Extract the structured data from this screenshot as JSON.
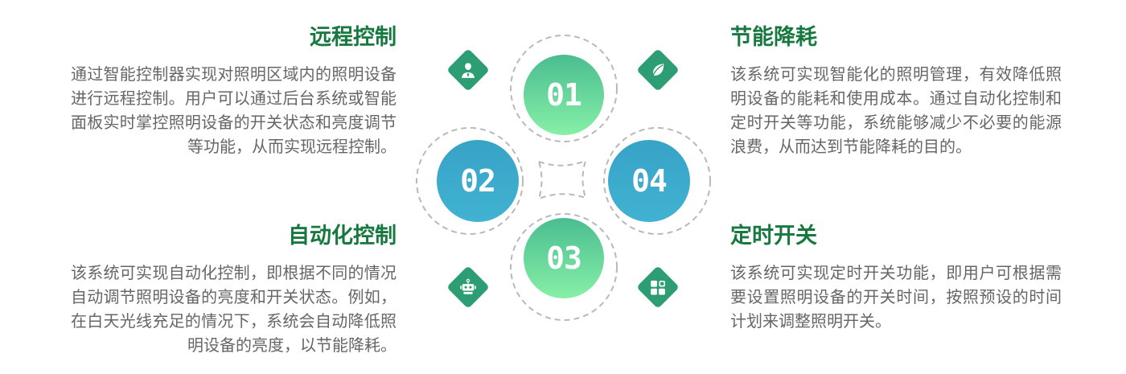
{
  "colors": {
    "heading-green": "#17793f",
    "body-gray": "#666666",
    "diamond-green": "#2d9e73",
    "dash-gray": "#b9b9b9",
    "circle-green-top": "#4abd90",
    "circle-green-bottom": "#87f0a7",
    "circle-blue": "#3aa9cb"
  },
  "sections": [
    {
      "title": "远程控制",
      "body": "通过智能控制器实现对照明区域内的照明设备进行远程控制。用户可以通过后台系统或智能面板实时掌控照明设备的开关状态和亮度调节等功能，从而实现远程控制。"
    },
    {
      "title": "节能降耗",
      "body": "该系统可实现智能化的照明管理，有效降低照明设备的能耗和使用成本。通过自动化控制和定时开关等功能，系统能够减少不必要的能源浪费，从而达到节能降耗的目的。"
    },
    {
      "title": "自动化控制",
      "body": "该系统可实现自动化控制，即根据不同的情况自动调节照明设备的亮度和开关状态。例如，在白天光线充足的情况下，系统会自动降低照明设备的亮度，以节能降耗。"
    },
    {
      "title": "定时开关",
      "body": "该系统可实现定时开关功能，即用户可根据需要设置照明设备的开关时间，按照预设的时间计划来调整照明开关。"
    }
  ],
  "diagram": {
    "circles": [
      {
        "label": "01",
        "style": "green"
      },
      {
        "label": "02",
        "style": "blue"
      },
      {
        "label": "03",
        "style": "green"
      },
      {
        "label": "04",
        "style": "blue"
      }
    ],
    "icons": [
      "businessman-icon",
      "leaf-icon",
      "robot-icon",
      "blocks-icon"
    ]
  }
}
